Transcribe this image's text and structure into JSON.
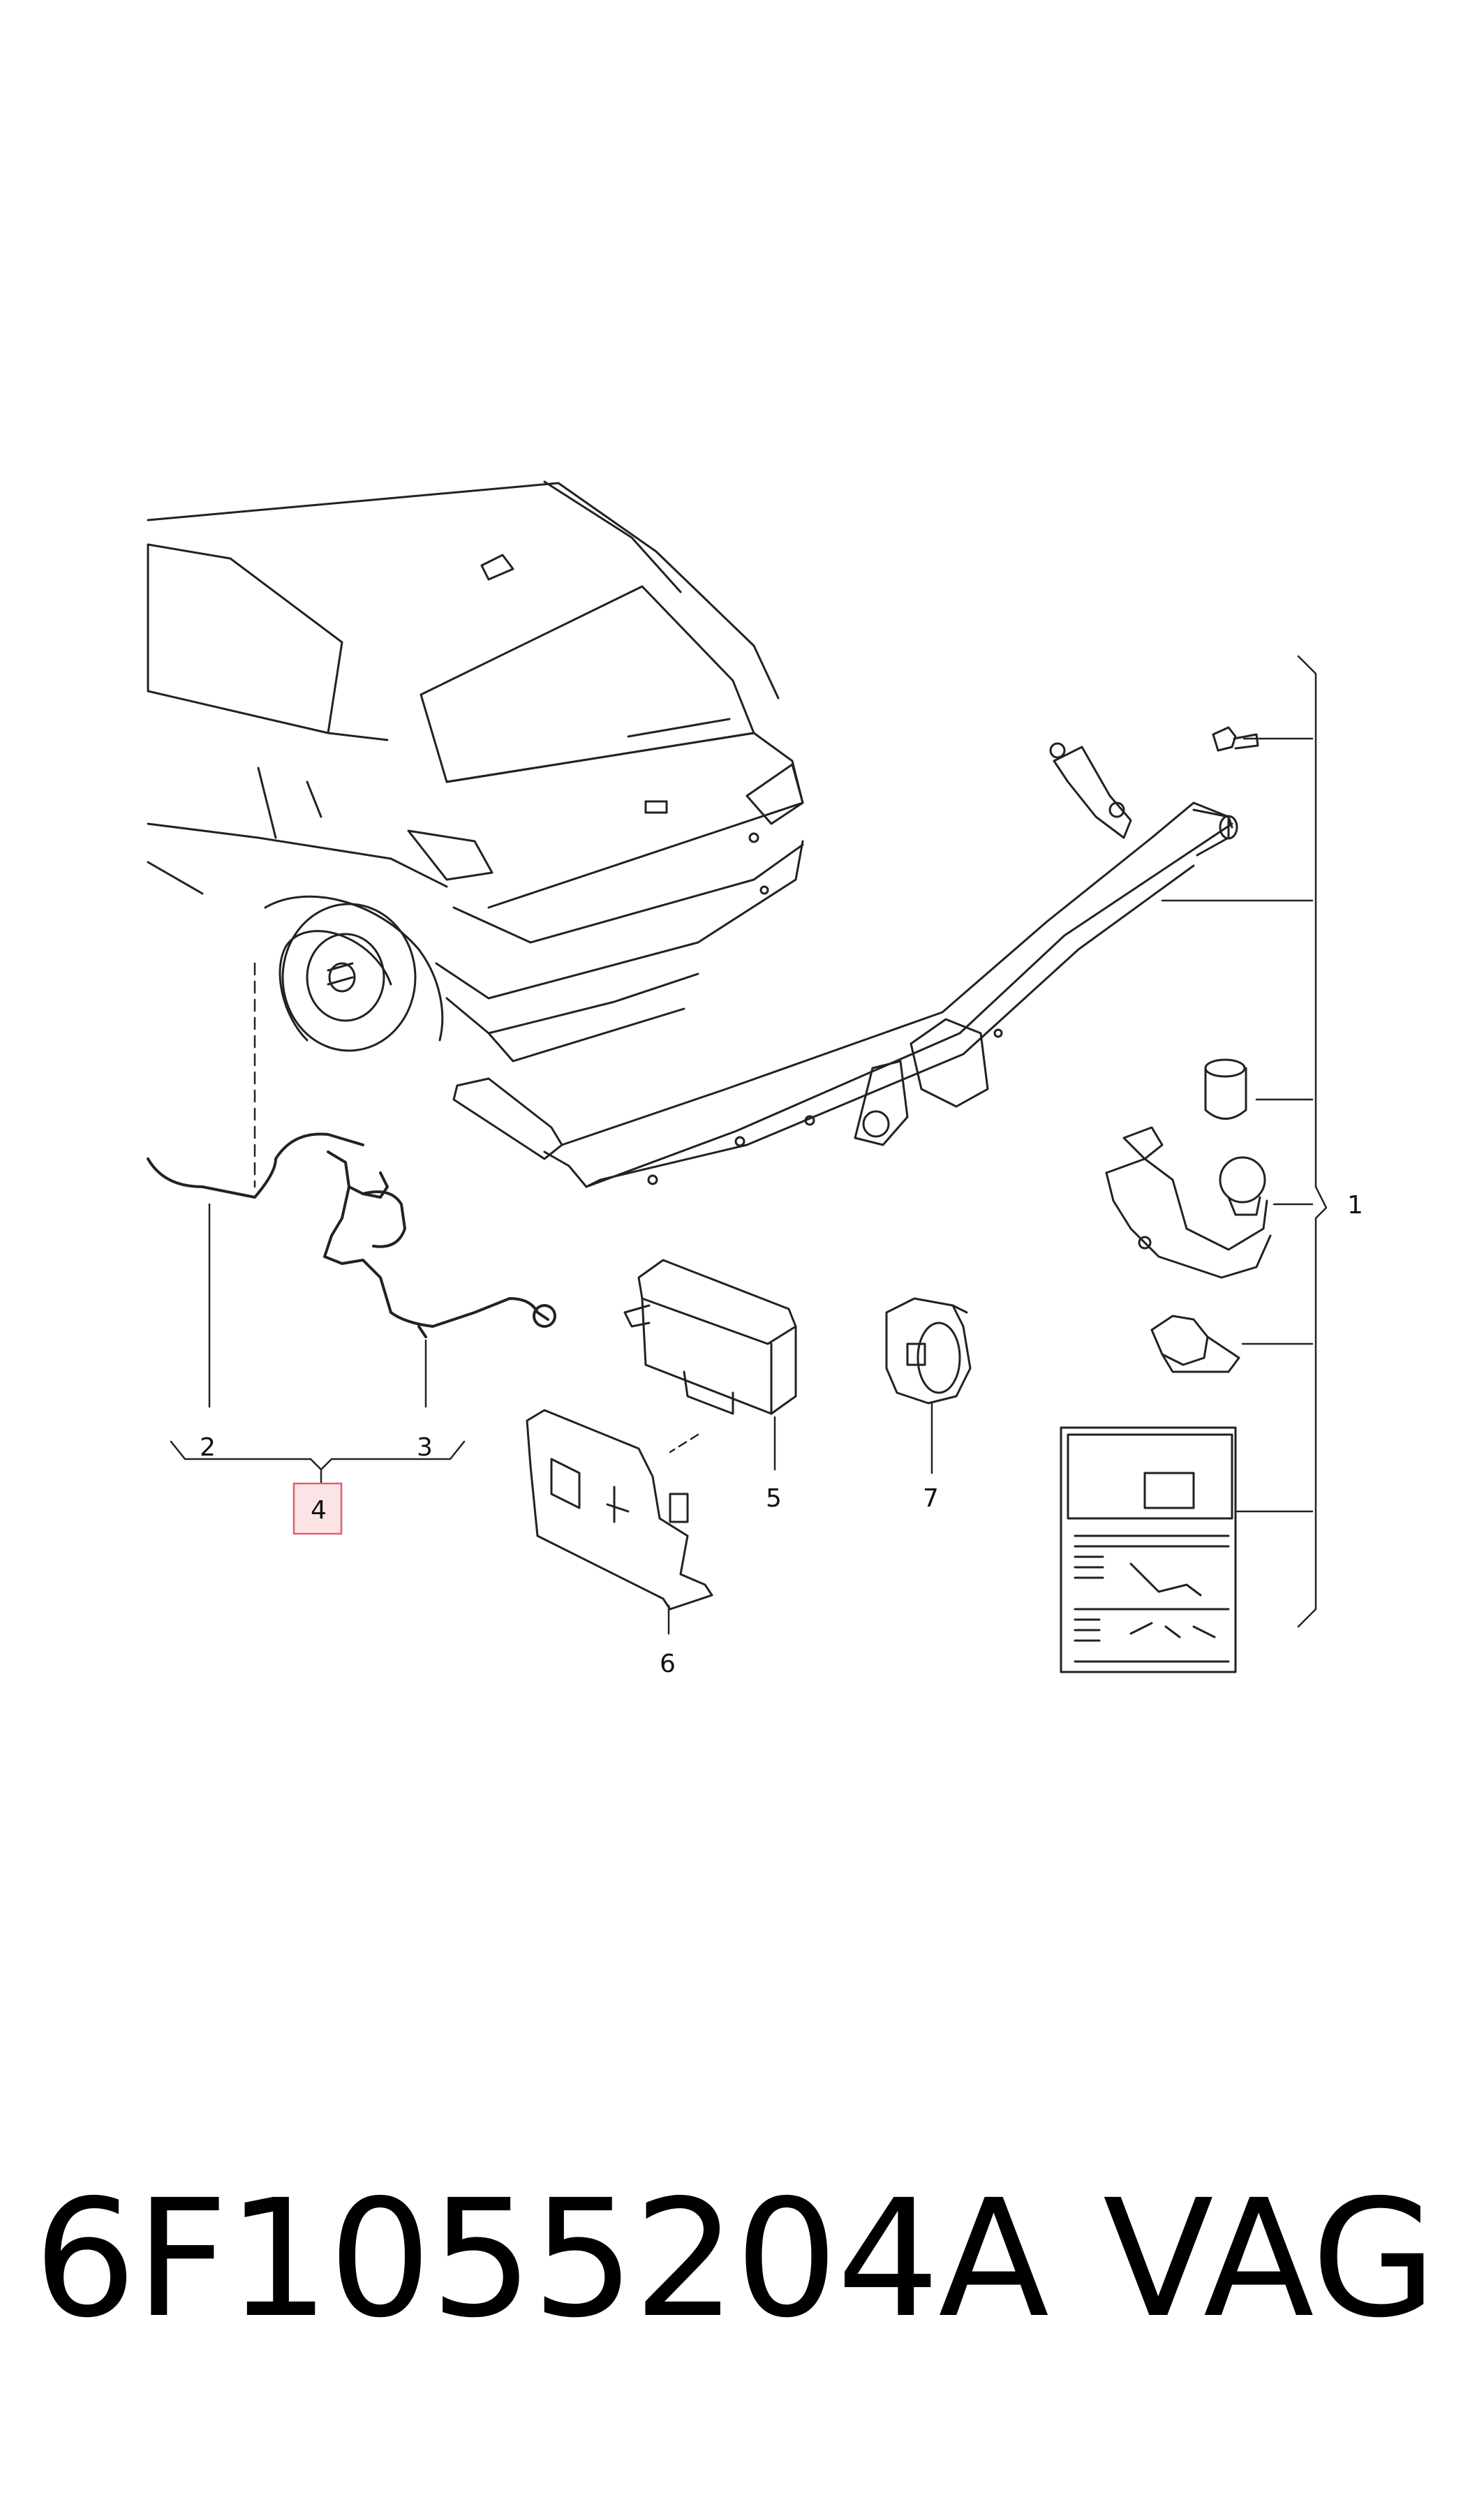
{
  "diagram": {
    "callouts": {
      "c1": "1",
      "c2": "2",
      "c3": "3",
      "c4": "4",
      "c5": "5",
      "c6": "6",
      "c7": "7"
    },
    "highlight_color": "#e06070",
    "highlight_fill": "#fbe4e6",
    "line_color": "#222222"
  },
  "footer": {
    "part_number": "6F1055204A",
    "brand": "VAG"
  }
}
